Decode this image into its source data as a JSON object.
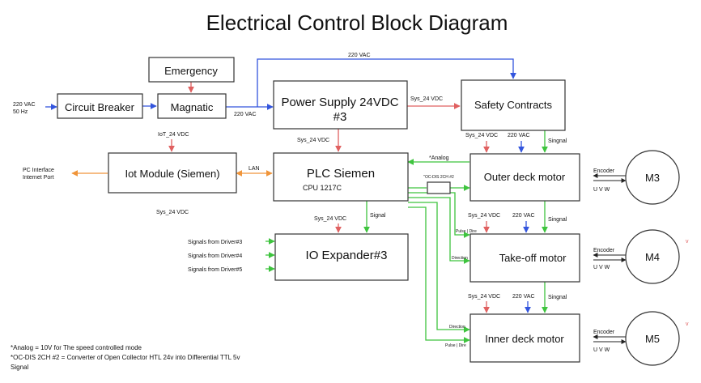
{
  "title": "Electrical Control Block Diagram",
  "colors": {
    "red": "#e06060",
    "blue": "#3355dd",
    "green": "#3ec43e",
    "orange": "#f0953a",
    "box_stroke": "#333333"
  },
  "blocks": {
    "emergency": "Emergency",
    "circuit_breaker": "Circuit Breaker",
    "magnatic": "Magnatic",
    "power_supply_l1": "Power Supply 24VDC",
    "power_supply_l2": "#3",
    "safety_contracts": "Safety Contracts",
    "iot_module": "Iot Module (Siemen)",
    "plc_title": "PLC Siemen",
    "plc_cpu": "CPU 1217C",
    "io_expander": "IO Expander#3",
    "outer_deck_motor": "Outer deck motor",
    "take_off_motor": "Take-off motor",
    "inner_deck_motor": "Inner deck motor",
    "converter": "\"OC-DIS 2CH #2"
  },
  "motors": [
    "M3",
    "M4",
    "M5"
  ],
  "labels": {
    "input_220_line1": "220 VAC",
    "input_220_line2": "50 Hz",
    "top_220": "220 VAC",
    "mag_to_ps_220": "220 VAC",
    "sys24_ps_safety": "Sys_24 VDC",
    "iot_24": "IoT_24 VDC",
    "sys24_ps_plc": "Sys_24 VDC",
    "lan": "LAN",
    "pc_interface_l1": "PC Interface",
    "pc_interface_l2": "Internet Port",
    "sys24_below_iot": "Sys_24 VDC",
    "sys24_io": "Sys_24 VDC",
    "signal_plc_io": "Signal",
    "analog": "*Analog",
    "outer_sys24": "Sys_24 VDC",
    "outer_220": "220 VAC",
    "outer_signal": "Singnal",
    "takeoff_sys24": "Sys_24 VDC",
    "takeoff_220": "220 VAC",
    "takeoff_signal": "Singnal",
    "inner_sys24": "Sys_24 VDC",
    "inner_220": "220 VAC",
    "inner_signal": "Singnal",
    "encoder": "Encoder",
    "uvw": "U V W",
    "pulse_dir_a": "Pulse | Dire",
    "direction_a": "Direction",
    "direction_b": "Direction",
    "pulse_dir_b": "Pulse | Dire"
  },
  "driver_signals": [
    "Signals from Driver#3",
    "Signals from Driver#4",
    "Signals from Driver#5"
  ],
  "footnotes": [
    "*Analog = 10V for The speed controlled mode",
    "*OC-DIS 2CH #2 = Converter of Open Collector HTL 24v into Differential TTL 5v",
    "Signal"
  ]
}
